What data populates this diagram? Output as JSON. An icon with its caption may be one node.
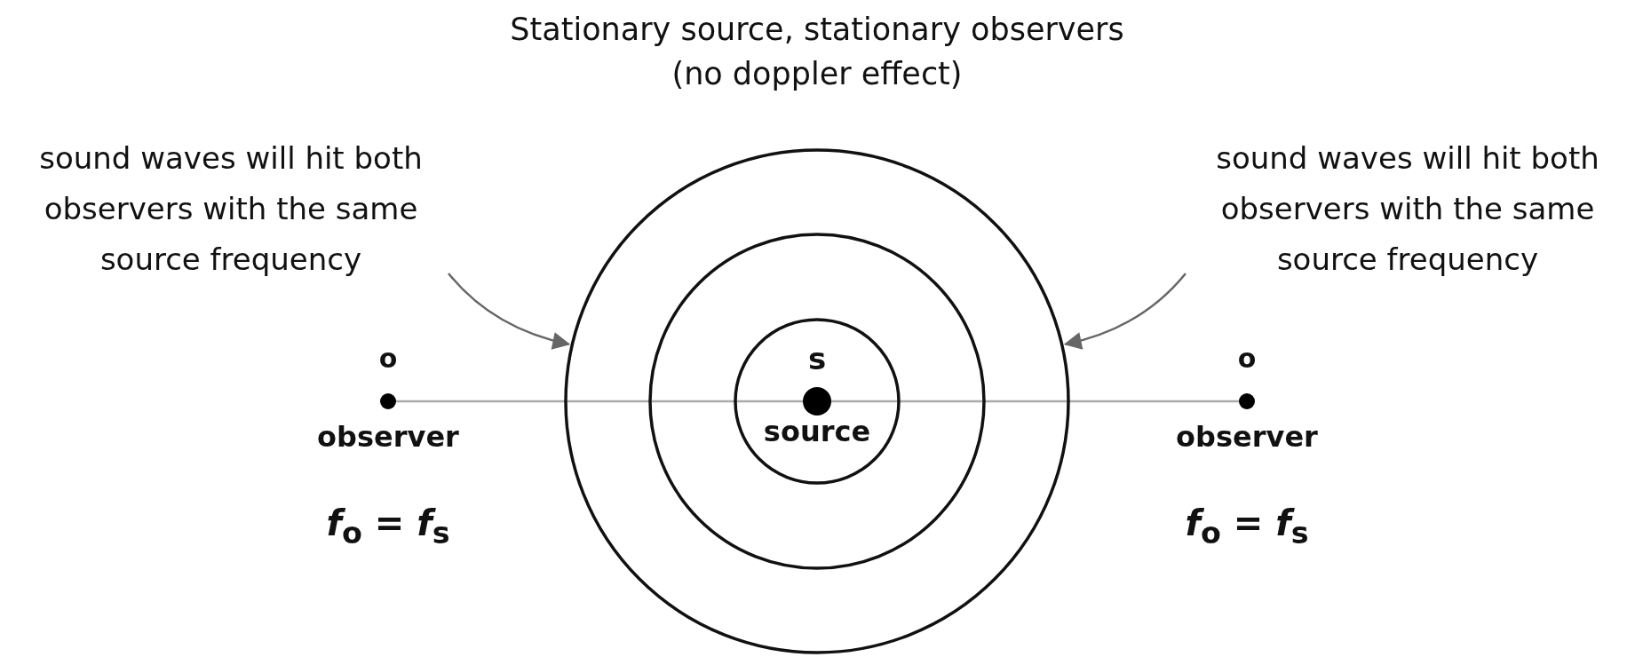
{
  "diagram": {
    "title": "Stationary source, stationary observers (no doppler effect)",
    "nodes": [
      {
        "text": [
          "sound waves will hit both observers with the same source frequency"
        ]
      },
      {
        "text": [
          "sound waves will hit both observers with the same source frequency"
        ]
      },
      {
        "text": [],
        "shape": "circle"
      },
      {
        "text": [],
        "shape": "circle",
        "in": 2
      },
      {
        "text": [],
        "shape": "circle",
        "in": 3
      },
      {
        "text": [
          "o",
          "observer"
        ],
        "beside": [
          "*f*$_{o}$ = *f*$_{s}$"
        ]
      },
      {
        "text": [
          "s",
          "source"
        ],
        "in": 4
      },
      {
        "text": [
          "o",
          "observer"
        ],
        "beside": [
          "*f*$_{o}$ = *f*$_{s}$"
        ]
      }
    ],
    "edges": [
      {
        "from": 0,
        "to": 2,
        "arrow": "to",
        "color": "#666666"
      },
      {
        "from": 1,
        "to": 2,
        "arrow": "to",
        "color": "#666666"
      },
      {
        "from": 5,
        "to": 6,
        "arrow": "none",
        "color": "#aaaaaa"
      },
      {
        "from": 6,
        "to": 7,
        "arrow": "none",
        "color": "#aaaaaa"
      }
    ]
  }
}
